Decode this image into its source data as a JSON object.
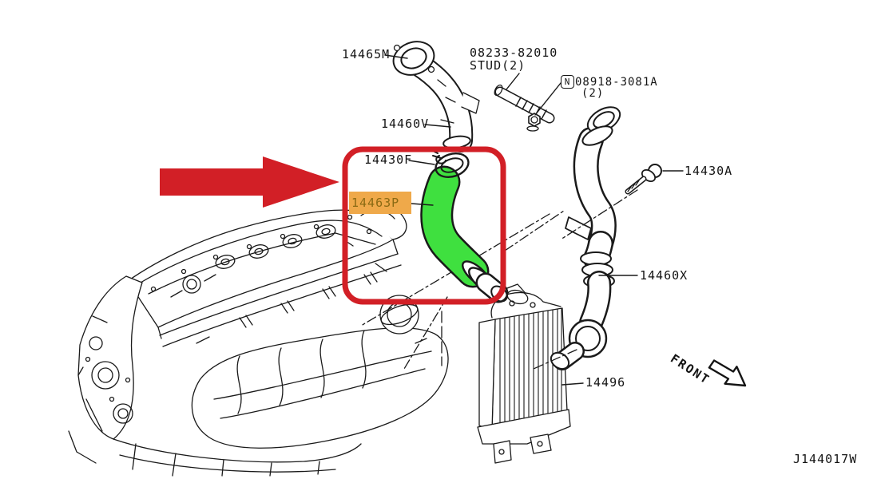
{
  "colors": {
    "highlight_red": "#d21f26",
    "hose_green": "#3fe03f",
    "label_orange": "#efa94a",
    "line_black": "#1a1a1a"
  },
  "labels": {
    "p14465M": "14465M",
    "stud_line1": "08233-82010",
    "stud_line2": "STUD(2)",
    "nut_prefix": "N",
    "nut_line1": "08918-3081A",
    "nut_line2": "(2)",
    "p14460V": "14460V",
    "p14430F": "14430F",
    "p14463P": "14463P",
    "p14430A": "14430A",
    "p14460X": "14460X",
    "p14496": "14496",
    "front": "FRONT",
    "drawing_code": "J144017W"
  }
}
